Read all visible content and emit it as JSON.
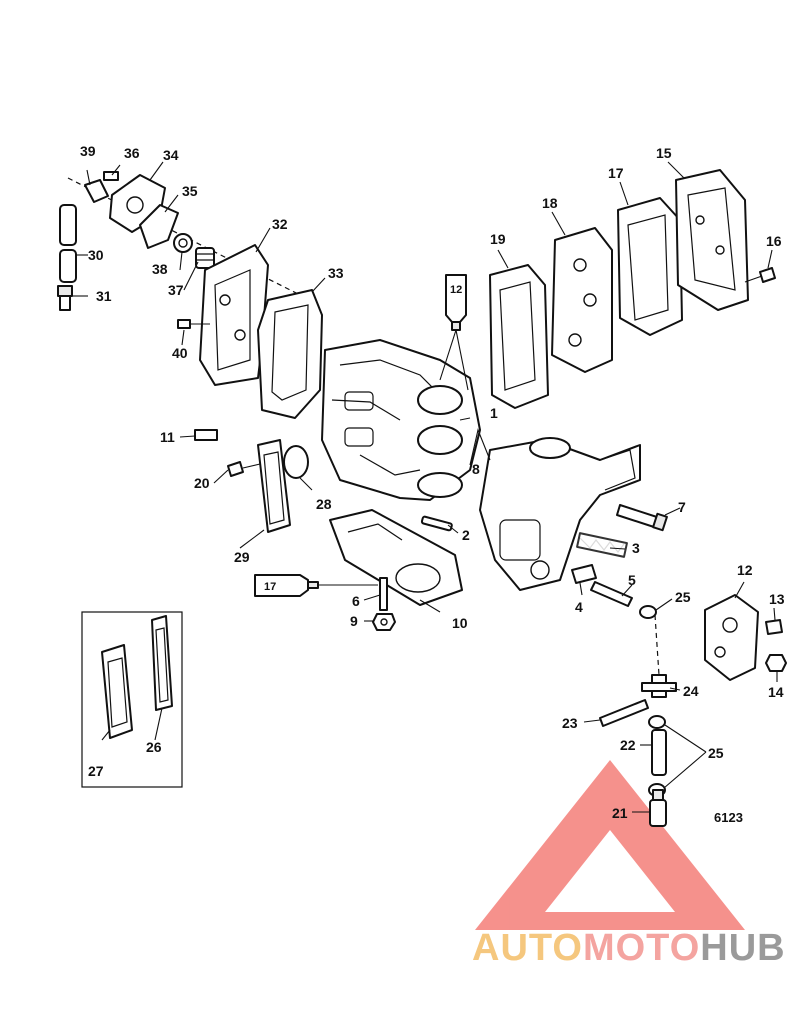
{
  "diagram": {
    "callouts": [
      "1",
      "2",
      "3",
      "4",
      "5",
      "6",
      "7",
      "8",
      "9",
      "10",
      "11",
      "12",
      "13",
      "14",
      "15",
      "16",
      "17",
      "18",
      "19",
      "20",
      "21",
      "22",
      "23",
      "24",
      "25",
      "26",
      "27",
      "28",
      "29",
      "30",
      "31",
      "32",
      "33",
      "34",
      "35",
      "36",
      "37",
      "38",
      "39",
      "40"
    ],
    "tube_labels": {
      "sealant_upper": "12",
      "sealant_lower": "17"
    },
    "drawing_code": "6123"
  },
  "watermark": {
    "segment_1": "AUTO",
    "segment_2": "MOTO",
    "segment_3": "HUB",
    "colors": {
      "segment_1": "#f5c77e",
      "segment_2": "#f4a4a0",
      "segment_3": "#9a9a9a",
      "triangle": "#f47e78"
    }
  }
}
